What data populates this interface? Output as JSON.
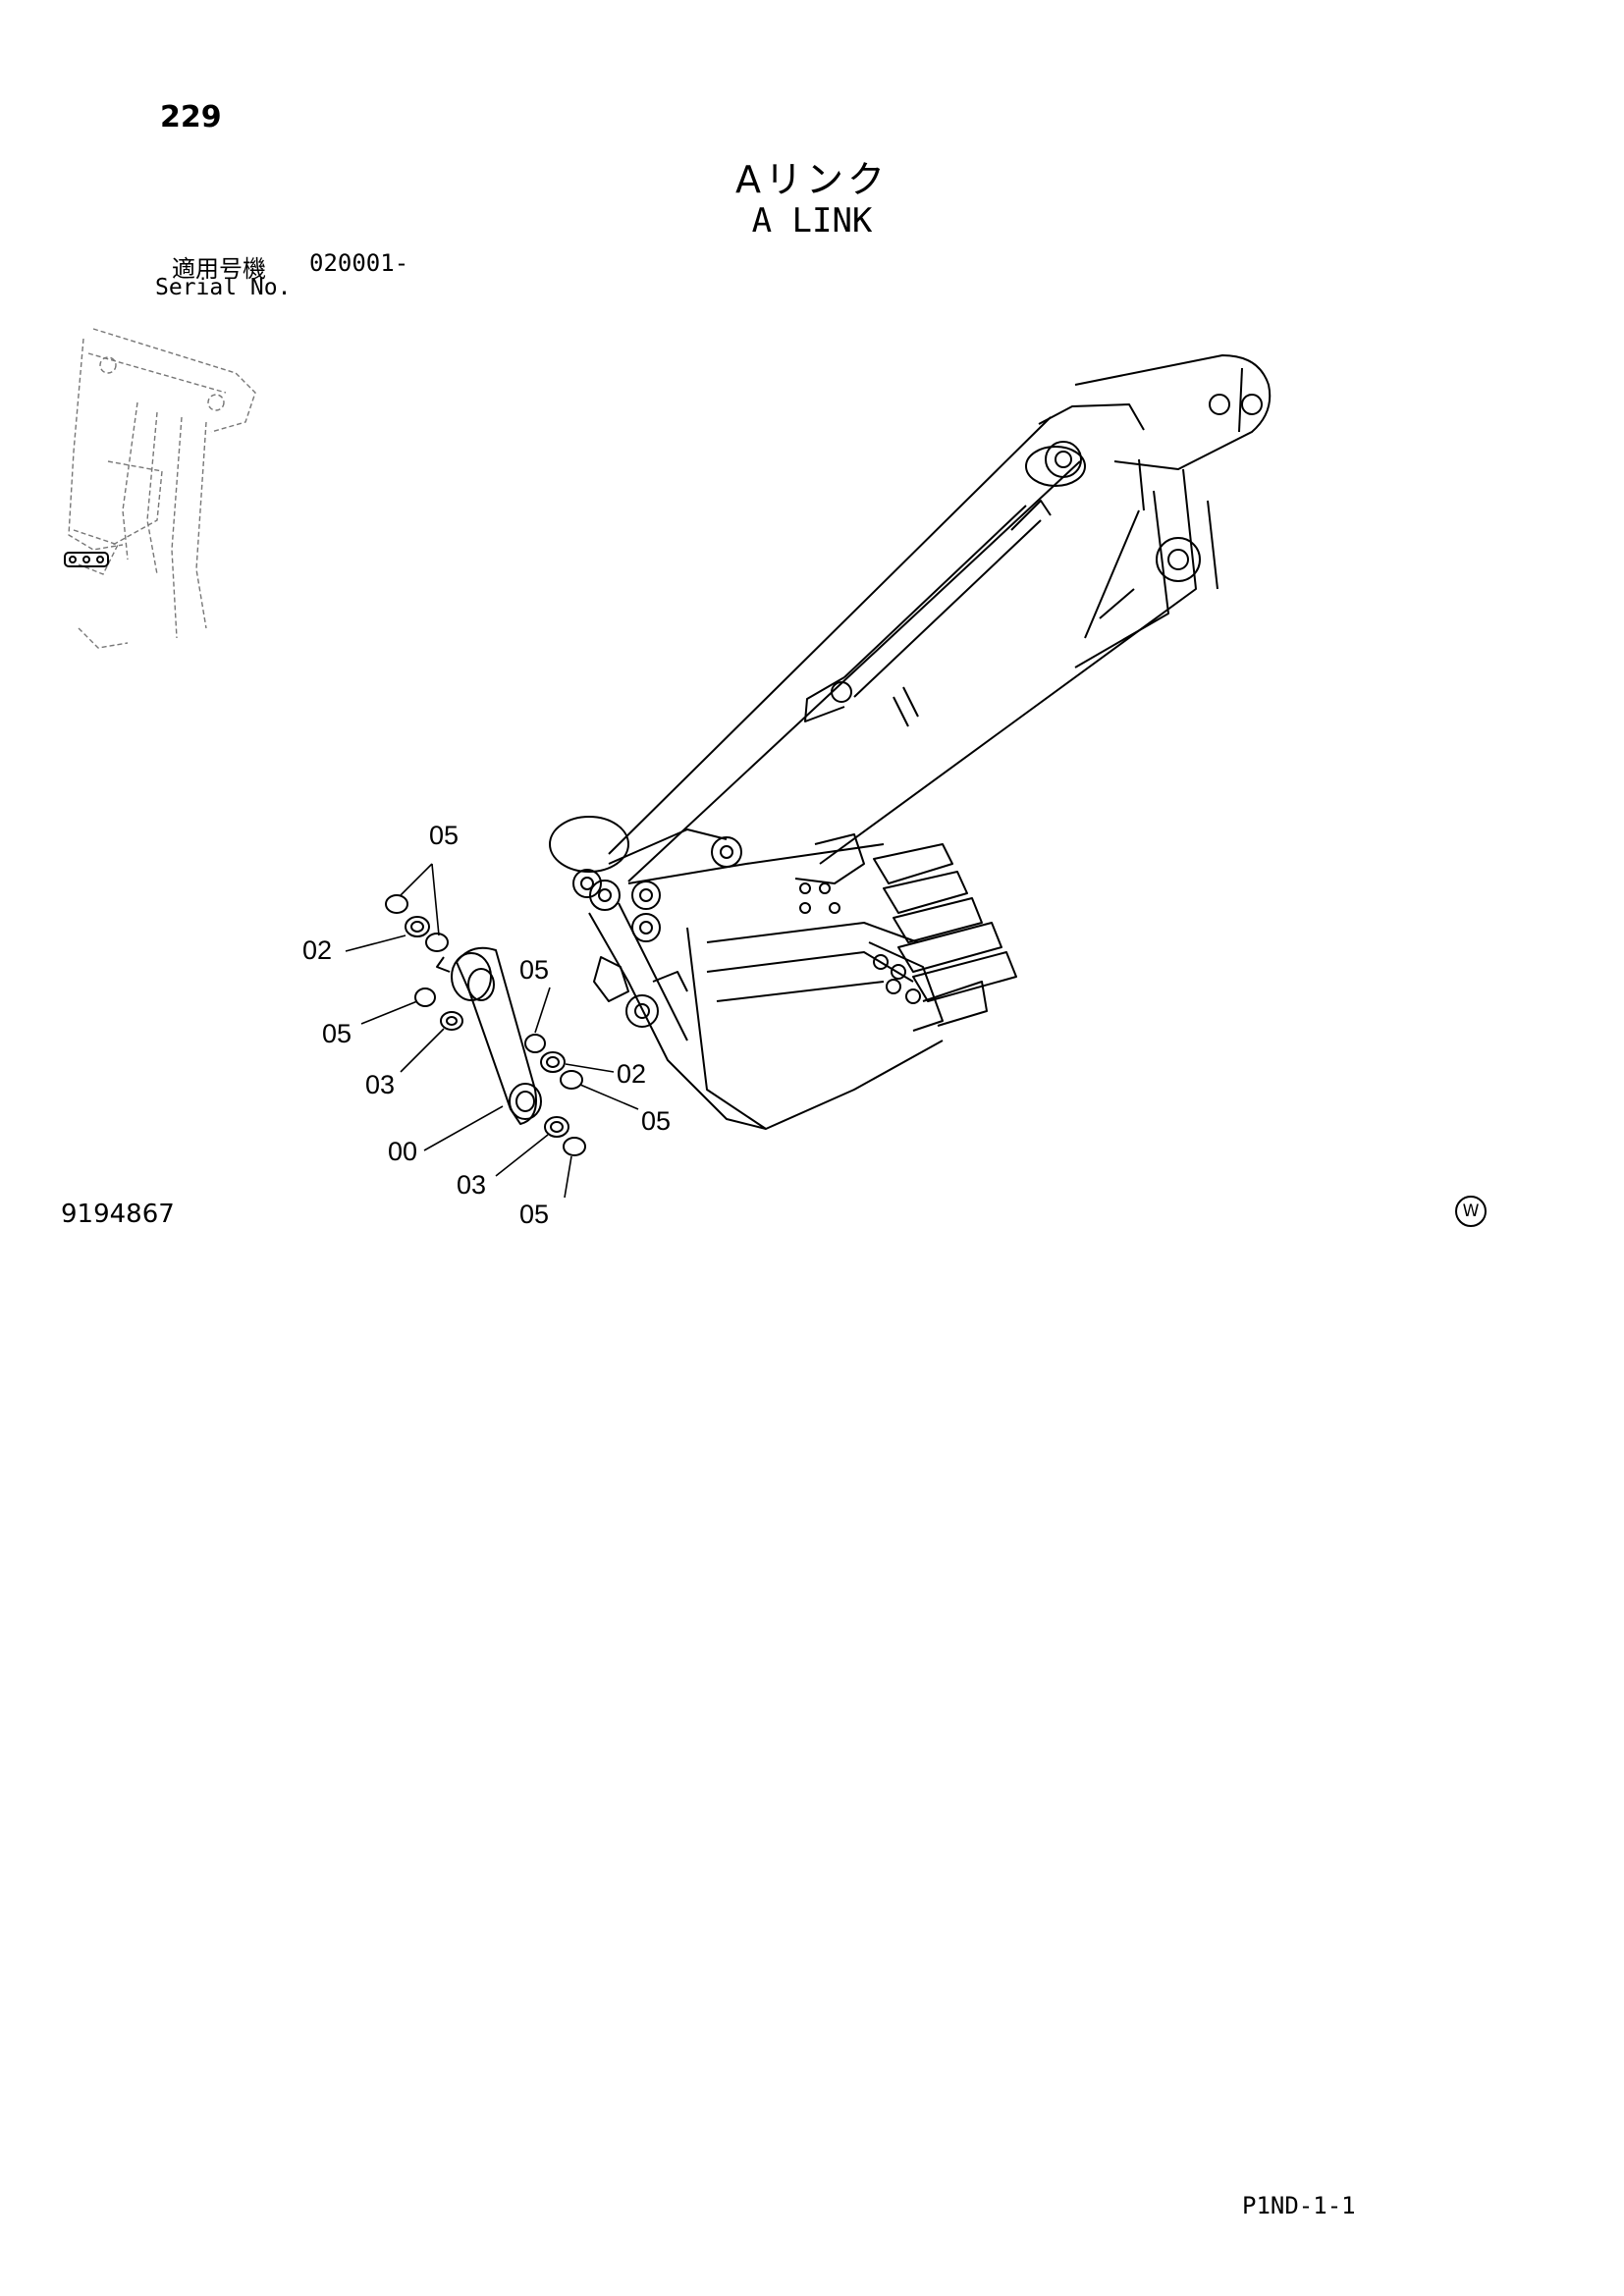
{
  "page_number": "229",
  "title_ja": "Aリンク",
  "title_en": "A LINK",
  "serial": {
    "label_ja": "適用号機",
    "label_en": "Serial No.",
    "value": "020001-"
  },
  "drawing_number": "9194867",
  "w_mark": "W",
  "page_code": "P1ND-1-1",
  "callouts": [
    "05",
    "02",
    "05",
    "05",
    "03",
    "02",
    "05",
    "00",
    "03",
    "05"
  ]
}
